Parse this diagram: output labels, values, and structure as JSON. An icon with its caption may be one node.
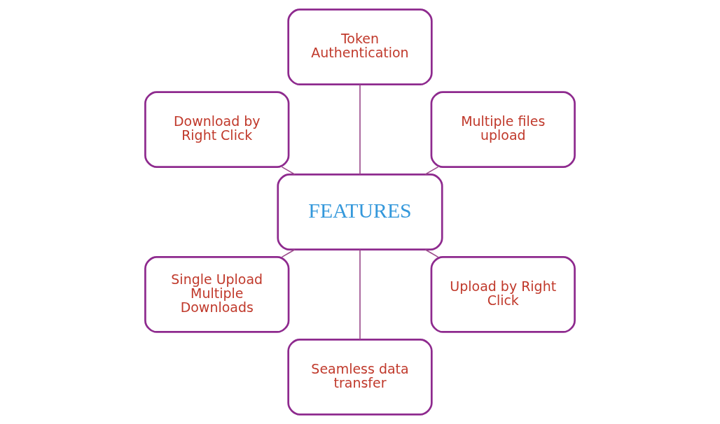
{
  "diagram": {
    "nodes": [
      {
        "text": [
          "Multiple files upload"
        ]
      },
      {
        "text": [
          "Token Authentication"
        ]
      },
      {
        "text": [
          "Download by Right Click"
        ]
      },
      {
        "text": [
          "FEATURES"
        ]
      },
      {
        "text": [
          "Single Upload Multiple Downloads"
        ]
      },
      {
        "text": [
          "Seamless data transfer"
        ]
      },
      {
        "text": [
          "Upload by Right Click"
        ]
      }
    ],
    "edges": [
      {
        "from": 3,
        "to": 0,
        "arrow": "none"
      },
      {
        "from": 3,
        "to": 1,
        "arrow": "none"
      },
      {
        "from": 3,
        "to": 2,
        "arrow": "none"
      },
      {
        "from": 3,
        "to": 4,
        "arrow": "none"
      },
      {
        "from": 3,
        "to": 5,
        "arrow": "none"
      },
      {
        "from": 3,
        "to": 6,
        "arrow": "none"
      }
    ]
  }
}
